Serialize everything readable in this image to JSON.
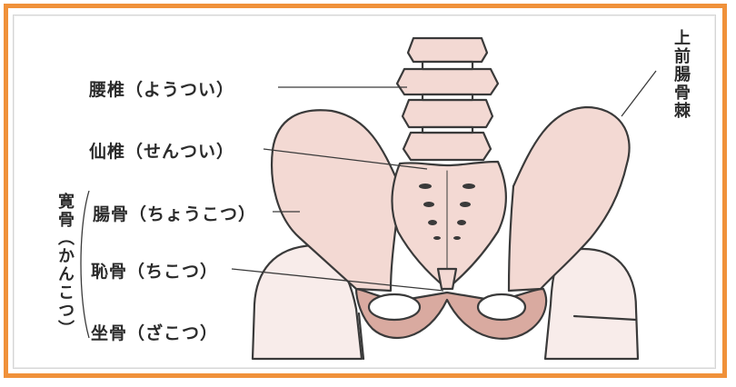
{
  "labels": {
    "lumbar": "腰椎（ようつい）",
    "sacrum": "仙椎（せんつい）",
    "ilium": "腸骨（ちょうこつ）",
    "pubis": "恥骨（ちこつ）",
    "ischium": "坐骨（ざこつ）",
    "hip_bone": "寛骨（かんこつ）",
    "asis": "上前腸骨棘"
  },
  "colors": {
    "frame": "#f0913a",
    "bone": "#f3d9d3",
    "bone_shade": "#d9aaa0",
    "femur": "#f8ecea",
    "outline": "#3a3a3a"
  }
}
